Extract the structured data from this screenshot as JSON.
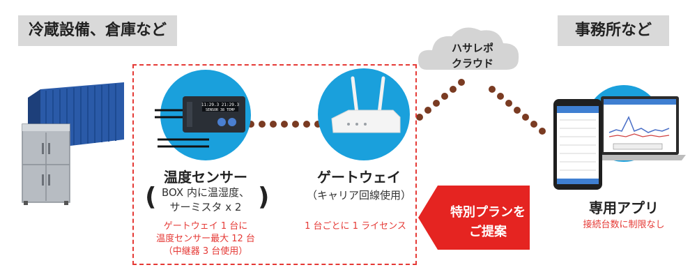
{
  "labels": {
    "left": "冷蔵設備、倉庫など",
    "right": "事務所など"
  },
  "cloud": {
    "line1": "ハサレポ",
    "line2": "クラウド"
  },
  "sensor": {
    "title": "温度センサー",
    "desc_line1": "BOX 内に温湿度、",
    "desc_line2": "サーミスタ x 2",
    "note_line1": "ゲートウェイ 1 台に",
    "note_line2": "温度センサー最大 12 台",
    "note_line3": "（中継器 3 台使用）",
    "display_line1": "11:29.3 21:29.3",
    "display_line2": "SENSOR 38 TEMP"
  },
  "gateway": {
    "title": "ゲートウェイ",
    "subtitle": "（キャリア回線使用）",
    "note": "1 台ごとに 1 ライセンス"
  },
  "proposal": {
    "line1": "特別プランを",
    "line2": "ご提案"
  },
  "app": {
    "title": "専用アプリ",
    "note": "接続台数に制限なし"
  },
  "colors": {
    "accent_blue": "#1aa0dc",
    "accent_red": "#e53935",
    "dot_brown": "#7a3b22",
    "label_gray": "#d9d9d9"
  }
}
